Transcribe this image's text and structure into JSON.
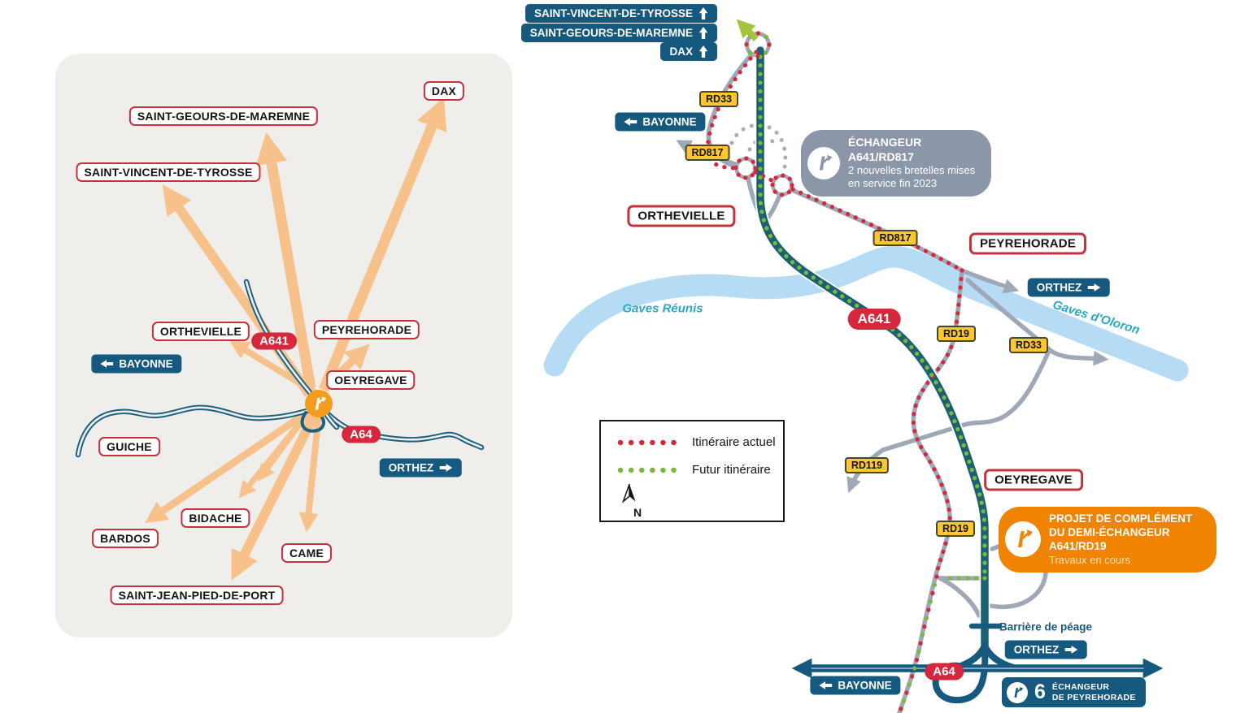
{
  "left_panel": {
    "destinations": {
      "dax": "DAX",
      "sgdm": "SAINT-GEOURS-DE-MAREMNE",
      "svdt": "SAINT-VINCENT-DE-TYROSSE",
      "orthevielle": "ORTHEVIELLE",
      "peyrehorade": "PEYREHORADE",
      "oeyregave": "OEYREGAVE",
      "guiche": "GUICHE",
      "bardos": "BARDOS",
      "bidache": "BIDACHE",
      "came": "CAME",
      "sjpp": "SAINT-JEAN-PIED-DE-PORT"
    },
    "signs": {
      "bayonne": "BAYONNE",
      "orthez": "ORTHEZ"
    },
    "roads": {
      "a641": "A641",
      "a64": "A64"
    }
  },
  "right_map": {
    "direction_signs": {
      "svdt": "SAINT-VINCENT-DE-TYROSSE",
      "sgdm": "SAINT-GEOURS-DE-MAREMNE",
      "dax": "DAX",
      "bayonne_nw": "BAYONNE",
      "orthez_east": "ORTHEZ",
      "orthez_south": "ORTHEZ",
      "bayonne_south": "BAYONNE"
    },
    "road_badges": {
      "rd33_north": "RD33",
      "rd817_west": "RD817",
      "rd817_east": "RD817",
      "rd19_north": "RD19",
      "rd33_east": "RD33",
      "rd119": "RD119",
      "rd19_south": "RD19",
      "a641": "A641",
      "a64": "A64"
    },
    "cities": {
      "orthevielle": "ORTHEVIELLE",
      "peyrehorade": "PEYREHORADE",
      "oeyregave": "OEYREGAVE"
    },
    "rivers": {
      "gaves_reunis": "Gaves Réunis",
      "gaves_oloron": "Gaves d'Oloron"
    },
    "callout_interchange": {
      "title": "ÉCHANGEUR A641/RD817",
      "line1": "2 nouvelles bretelles mises",
      "line2": "en service fin 2023"
    },
    "callout_project": {
      "line1": "PROJET DE COMPLÉMENT",
      "line2": "DU DEMI-ÉCHANGEUR A641/RD19",
      "line3": "Travaux en cours"
    },
    "legend": {
      "current": "Itinéraire actuel",
      "future": "Futur itinéraire",
      "north": "N"
    },
    "toll": {
      "label": "Barrière de péage"
    },
    "exit": {
      "number": "6",
      "line1": "ÉCHANGEUR",
      "line2": "DE PEYREHORADE"
    }
  },
  "colors": {
    "route_current": "#D6283C",
    "route_future": "#7DB83A",
    "road_gray": "#9EA8B6",
    "motorway_blue": "#15597F",
    "a641_teal": "#1A6173",
    "river": "#B5DCF4",
    "arrow_orange": "#F6C18B",
    "badge_yellow": "#FFC72E",
    "city_border_red": "#C4333B",
    "callout_gray": "#8B97A8",
    "callout_orange": "#F08300"
  }
}
